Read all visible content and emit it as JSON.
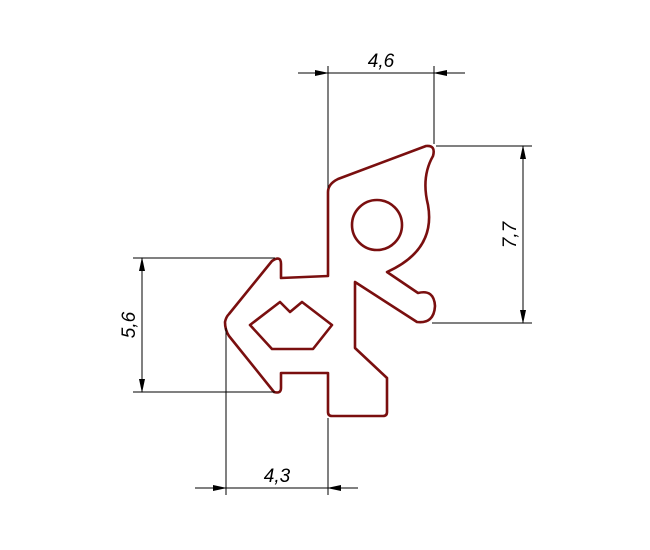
{
  "drawing": {
    "profile_color": "#7a0f0f",
    "dimensions": {
      "top_width": "4,6",
      "right_height": "7,7",
      "left_height": "5,6",
      "bottom_width": "4,3"
    }
  }
}
